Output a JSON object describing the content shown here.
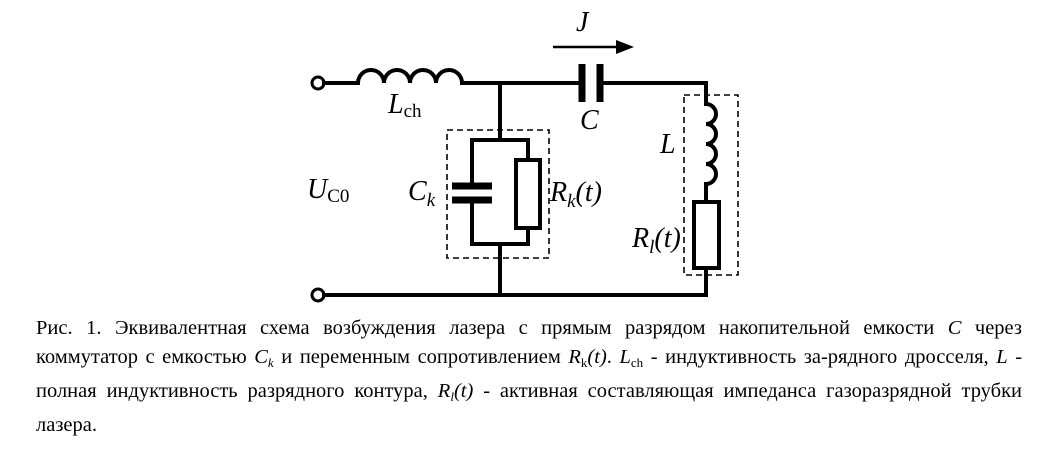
{
  "circuit": {
    "current_symbol": "J",
    "source_voltage": {
      "main": "U",
      "sub": "C0"
    },
    "choke_inductor": {
      "main": "L",
      "sub": "ch"
    },
    "storage_capacitor": "C",
    "switch_capacitor": {
      "main": "C",
      "sub": "k"
    },
    "switch_resistor": {
      "main": "R",
      "sub": "k",
      "arg": "(t)"
    },
    "circuit_inductance": "L",
    "tube_resistor": {
      "main": "R",
      "sub": "l",
      "arg": "(t)"
    }
  },
  "caption": {
    "prefix": "Рис. 1. Эквивалентная схема возбуждения лазера с прямым разрядом накопительной емкости",
    "sym_C": "C",
    "part2": "через коммутатор с емкостью",
    "sym_Ck_main": "C",
    "sym_Ck_sub": "k",
    "part3": "и переменным сопротивлением",
    "sym_Rk_main": "R",
    "sym_Rk_sub": "k",
    "sym_t1": "(t)",
    "sym_Lch_main": "L",
    "sym_Lch_sub": "ch",
    "part4": "- индуктивность за-рядного дросселя,",
    "sym_L": "L",
    "part5": "- полная индуктивность разрядного контура,",
    "sym_Rl_main": "R",
    "sym_Rl_sub": "l",
    "sym_t2": "(t)",
    "part6": "- активная составляющая импеданса газоразрядной трубки лазера."
  }
}
